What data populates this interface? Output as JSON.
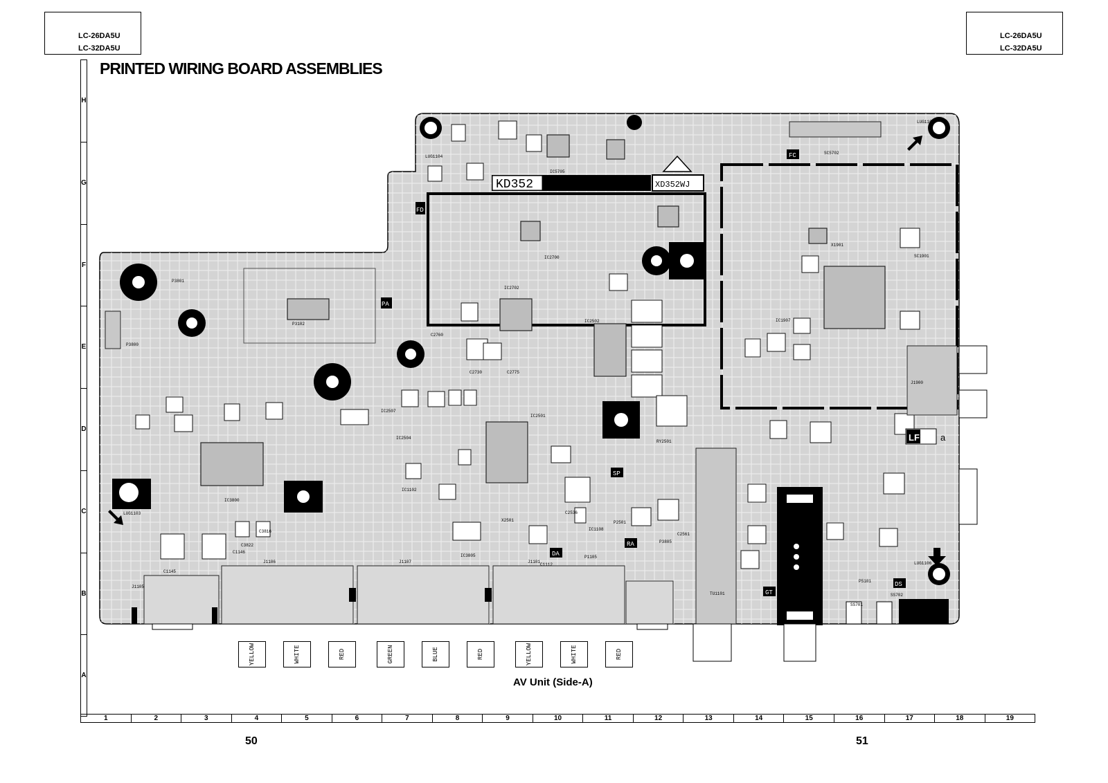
{
  "header": {
    "model_left": [
      "LC-26DA5U",
      "LC-32DA5U"
    ],
    "model_right": [
      "LC-26DA5U",
      "LC-32DA5U"
    ],
    "title": "PRINTED WIRING BOARD ASSEMBLIES"
  },
  "rows": [
    "H",
    "G",
    "F",
    "E",
    "D",
    "C",
    "B",
    "A"
  ],
  "columns": [
    "1",
    "2",
    "3",
    "4",
    "5",
    "6",
    "7",
    "8",
    "9",
    "10",
    "11",
    "12",
    "13",
    "14",
    "15",
    "16",
    "17",
    "18",
    "19"
  ],
  "pages": {
    "left": "50",
    "right": "51"
  },
  "caption": "AV Unit  (Side-A)",
  "board": {
    "main_label": "KD352",
    "sub_label": "XD352WJ",
    "tags": [
      "FD",
      "PA",
      "FC",
      "SP",
      "DA",
      "RA",
      "GT",
      "DS",
      "LF",
      "a"
    ],
    "jacks": [
      "J1106",
      "J1107",
      "J1101",
      "J1105",
      "J1900"
    ],
    "jack_colors": [
      "YELLOW",
      "WHITE",
      "RED",
      "GREEN",
      "BLUE",
      "RED",
      "YELLOW",
      "WHITE",
      "RED"
    ],
    "ic_labels": [
      "IC3800",
      "IC2501",
      "IC2502",
      "IC2700",
      "IC2702",
      "IC3805",
      "IC5705",
      "IC1907",
      "IC1102",
      "IC1108",
      "IC2504",
      "IC2507"
    ],
    "misc_labels": [
      "P3801",
      "P3102",
      "P3800",
      "SC5702",
      "SC1901",
      "RY2501",
      "X2501",
      "X1901",
      "LUG1103",
      "LUG1105",
      "LUG1104",
      "LUG1106",
      "TU1101",
      "P5101",
      "SS701",
      "SS702",
      "C1145",
      "C1146",
      "C3822",
      "C3816",
      "C2730",
      "C2775",
      "C2760",
      "C2536",
      "C1112",
      "P1105",
      "P2501",
      "P3805",
      "C2561"
    ]
  },
  "colors": {
    "board_fill": "#d4d4d4",
    "ink": "#000000",
    "paper": "#ffffff",
    "trace": "#f2f2f2"
  }
}
